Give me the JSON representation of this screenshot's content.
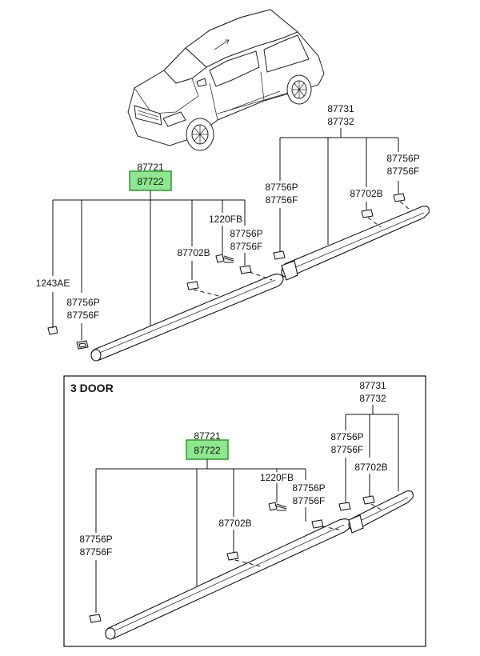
{
  "highlight_color": "#8ee68e",
  "highlight_border": "#2d9a2d",
  "main": {
    "group_labels": [
      {
        "l1": "87721",
        "l2": "87722"
      },
      {
        "l1": "87731",
        "l2": "87732"
      }
    ],
    "callouts": [
      {
        "l1": "1243AE"
      },
      {
        "l1": "87756P",
        "l2": "87756F"
      },
      {
        "l1": "87702B"
      },
      {
        "l1": "1220FB"
      },
      {
        "l1": "87756P",
        "l2": "87756F"
      },
      {
        "l1": "87756P",
        "l2": "87756F"
      },
      {
        "l1": "87702B"
      },
      {
        "l1": "87756P",
        "l2": "87756F"
      }
    ]
  },
  "three_door": {
    "title": "3 DOOR",
    "group_labels": [
      {
        "l1": "87721",
        "l2": "87722"
      },
      {
        "l1": "87731",
        "l2": "87732"
      }
    ],
    "callouts": [
      {
        "l1": "87756P",
        "l2": "87756F"
      },
      {
        "l1": "87702B"
      },
      {
        "l1": "1220FB"
      },
      {
        "l1": "87756P",
        "l2": "87756F"
      },
      {
        "l1": "87756P",
        "l2": "87756F"
      },
      {
        "l1": "87702B"
      }
    ]
  }
}
